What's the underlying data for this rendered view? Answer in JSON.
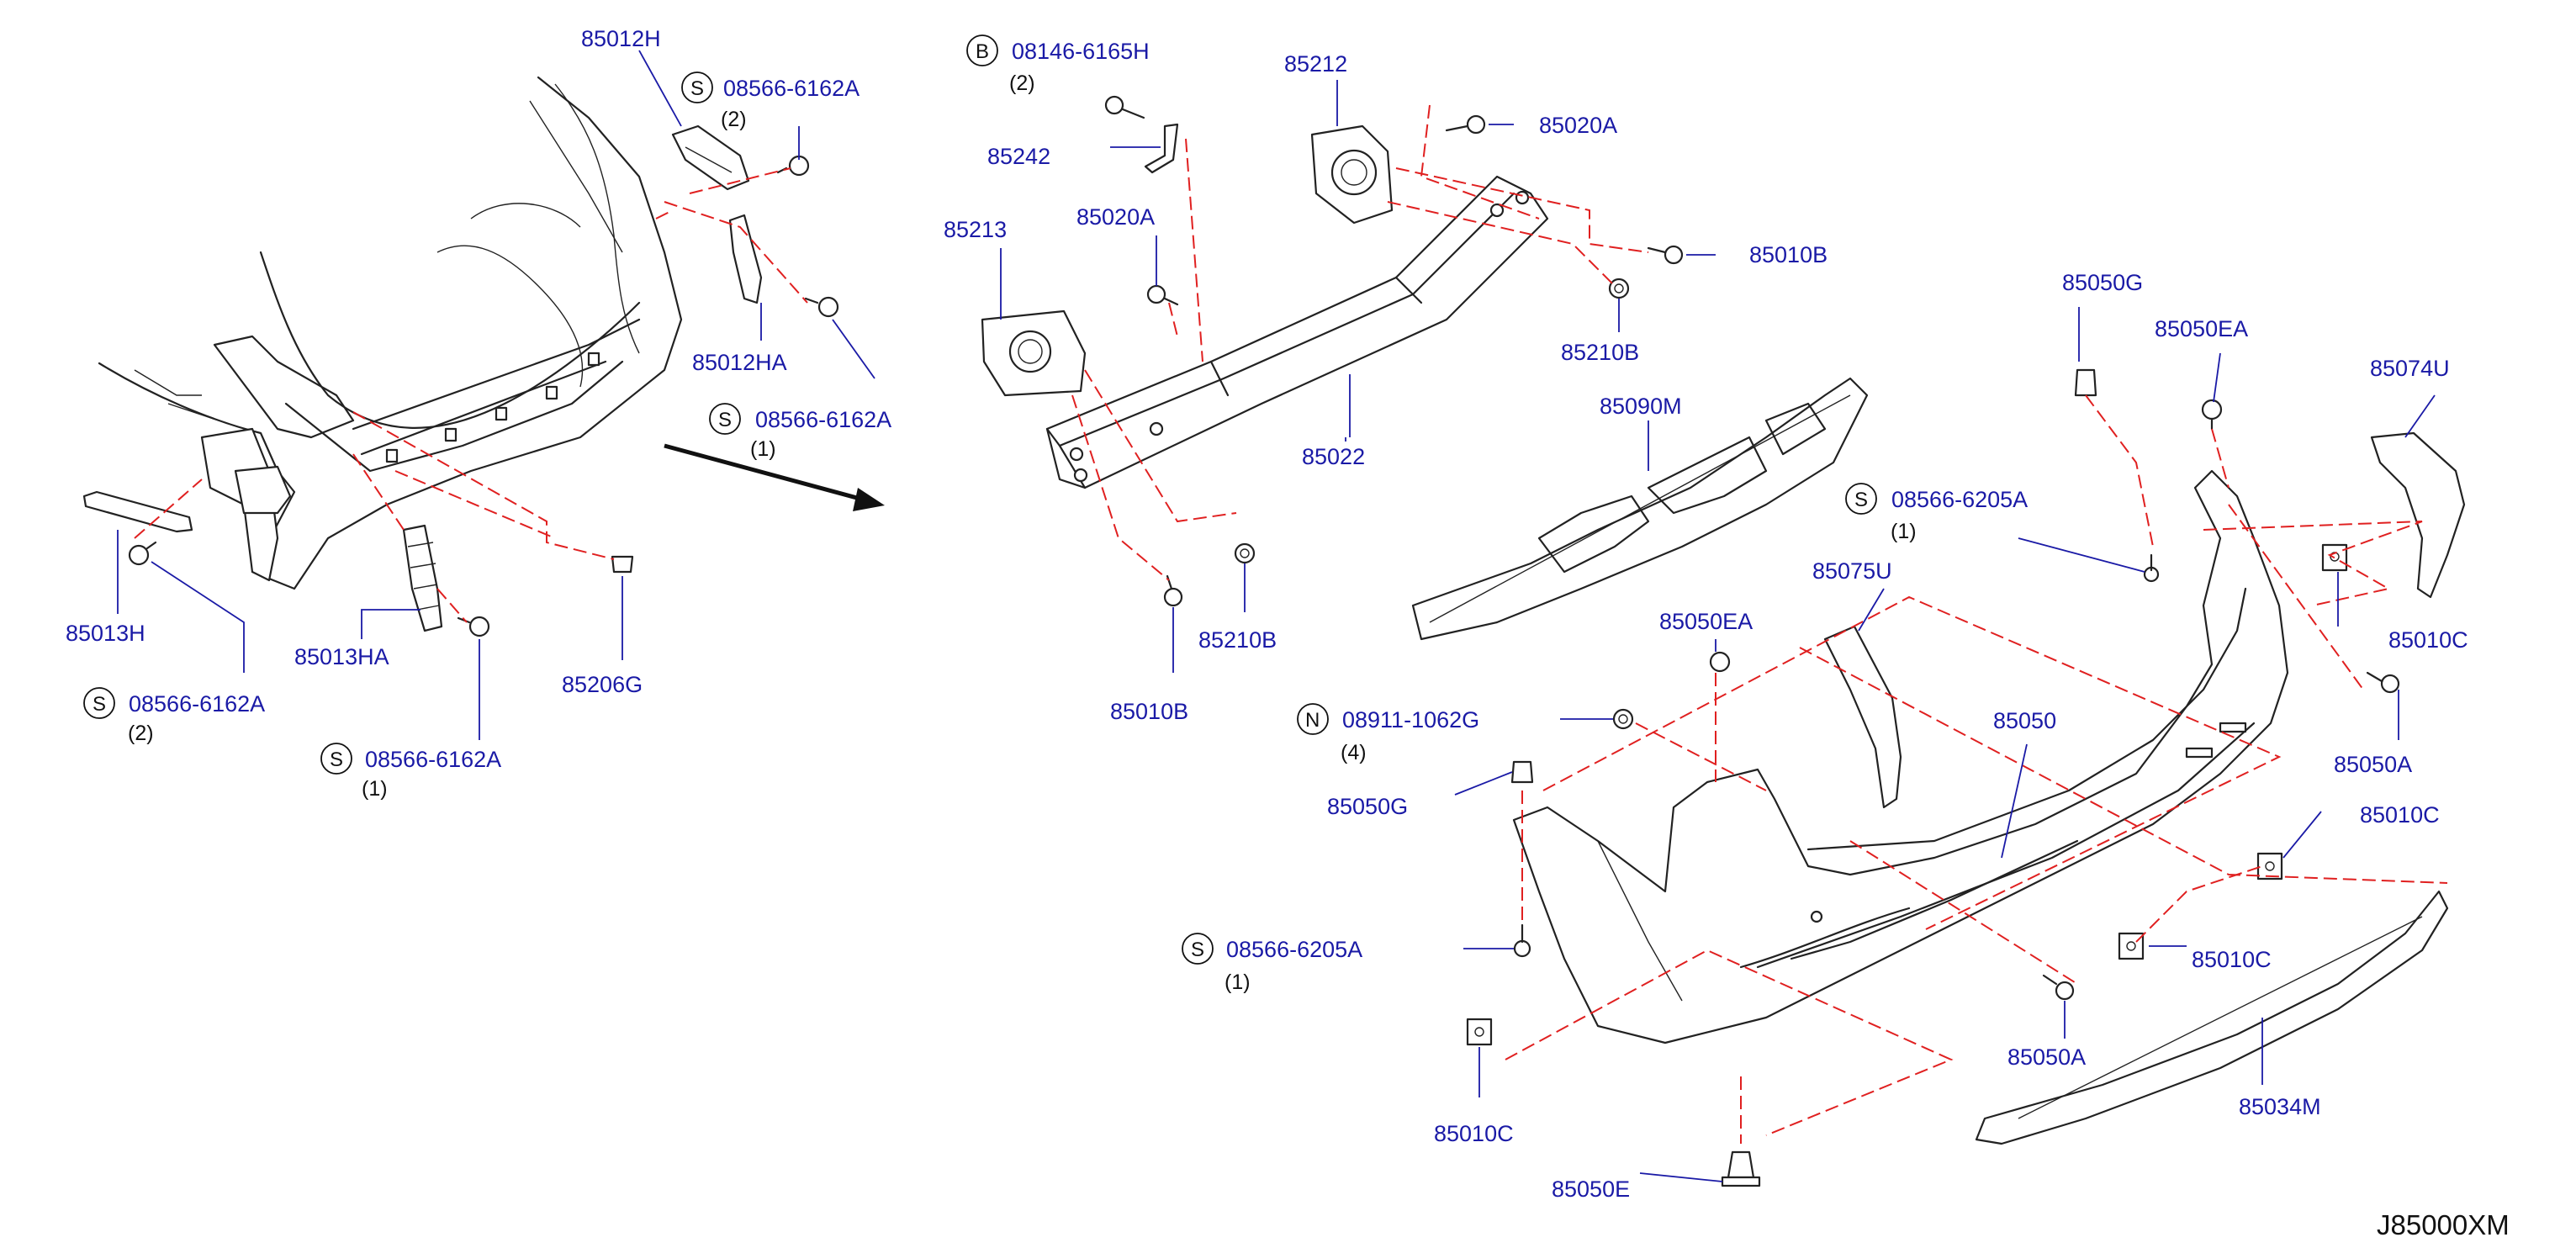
{
  "diagram": {
    "code": "J85000XM",
    "parts": {
      "p85012H": "85012H",
      "p85012HA": "85012HA",
      "p85013H": "85013H",
      "p85013HA": "85013HA",
      "p85206G": "85206G",
      "p85242": "85242",
      "p85212": "85212",
      "p85213": "85213",
      "p85020A_top": "85020A",
      "p85020A_mid": "85020A",
      "p85010B_right": "85010B",
      "p85010B_bottom": "85010B",
      "p85210B_right": "85210B",
      "p85210B_bottom": "85210B",
      "p85022": "85022",
      "p85090M": "85090M",
      "p85050G_top": "85050G",
      "p85050G_left": "85050G",
      "p85050EA_top": "85050EA",
      "p85050EA_mid": "85050EA",
      "p85074U": "85074U",
      "p85075U": "85075U",
      "p85010C_right": "85010C",
      "p85010C_right2": "85010C",
      "p85010C_mid": "85010C",
      "p85010C_left": "85010C",
      "p85050A_right": "85050A",
      "p85050A_mid": "85050A",
      "p85050": "85050",
      "p85034M": "85034M",
      "p85050E": "85050E"
    },
    "callouts": {
      "s1": {
        "symbol": "S",
        "code": "08566-6162A",
        "qty": "(2)"
      },
      "s2": {
        "symbol": "S",
        "code": "08566-6162A",
        "qty": "(1)"
      },
      "s3": {
        "symbol": "S",
        "code": "08566-6162A",
        "qty": "(2)"
      },
      "s4": {
        "symbol": "S",
        "code": "08566-6162A",
        "qty": "(1)"
      },
      "b1": {
        "symbol": "B",
        "code": "08146-6165H",
        "qty": "(2)"
      },
      "s5": {
        "symbol": "S",
        "code": "08566-6205A",
        "qty": "(1)"
      },
      "n1": {
        "symbol": "N",
        "code": "08911-1062G",
        "qty": "(4)"
      },
      "s6": {
        "symbol": "S",
        "code": "08566-6205A",
        "qty": "(1)"
      }
    }
  },
  "colors": {
    "label": "#1a1aa6",
    "guide_line": "#e02020",
    "outline": "#222222",
    "background": "#ffffff"
  }
}
